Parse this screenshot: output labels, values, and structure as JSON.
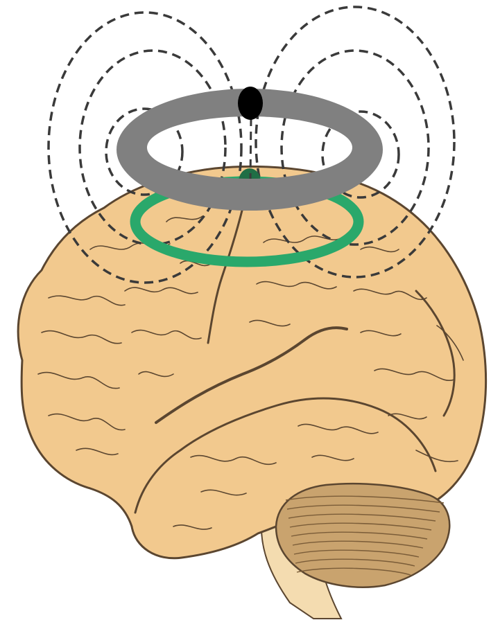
{
  "diagram": {
    "colors": {
      "background": "#ffffff",
      "brain_fill": "#f2c98e",
      "brain_outline": "#5b4630",
      "sulci": "#5b4630",
      "cerebellum_fill": "#c9a36e",
      "cerebellum_lines": "#7a5c38",
      "brainstem_fill": "#f4dcb0",
      "coil": "#808080",
      "induced_current_ring": "#2aa86b",
      "current_marker_top": "#000000",
      "current_marker_bottom": "#1f6e45",
      "field_lines": "#3a3a3a"
    },
    "components": [
      {
        "name": "brain",
        "icon": "brain-lateral-view-icon"
      },
      {
        "name": "coil",
        "icon": "gray-ring-coil-icon"
      },
      {
        "name": "induced-current",
        "icon": "green-ring-icon"
      },
      {
        "name": "magnetic-field-lines",
        "icon": "dashed-loops-icon"
      }
    ]
  }
}
